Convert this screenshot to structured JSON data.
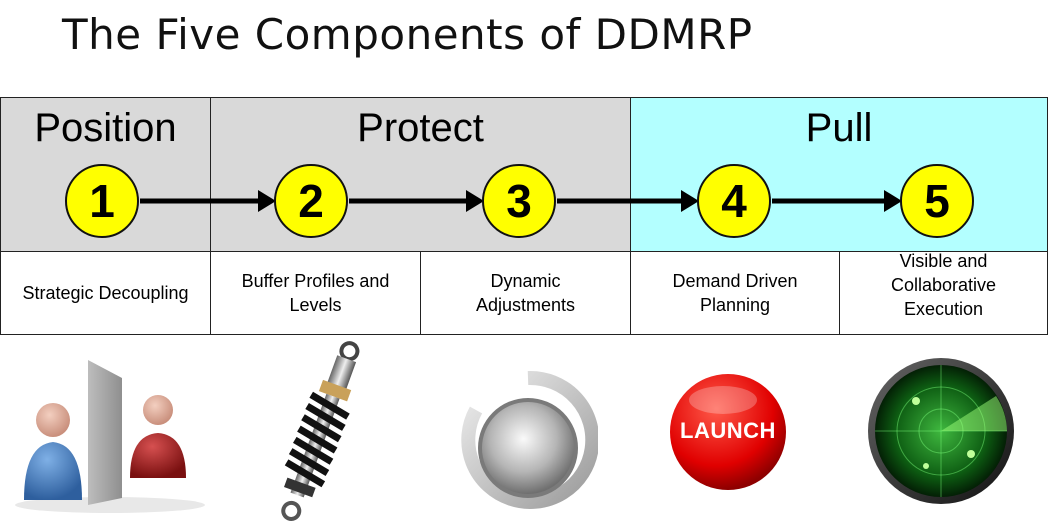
{
  "title": "The Five Components of DDMRP",
  "bands": [
    {
      "label": "Position"
    },
    {
      "label": "Protect"
    },
    {
      "label": "Pull"
    }
  ],
  "components": [
    {
      "number": "1",
      "lines": [
        "Strategic Decoupling"
      ]
    },
    {
      "number": "2",
      "lines": [
        "Buffer Profiles and",
        "Levels"
      ]
    },
    {
      "number": "3",
      "lines": [
        "Dynamic",
        "Adjustments"
      ]
    },
    {
      "number": "4",
      "lines": [
        "Demand Driven",
        "Planning"
      ]
    },
    {
      "number": "5",
      "lines": [
        "Visible and",
        "Collaborative",
        "Execution"
      ]
    }
  ],
  "launch_button": {
    "label": "LAUNCH"
  },
  "colors": {
    "band_gray": "#d9d9d9",
    "band_cyan": "#b3ffff",
    "circle_yellow": "#ffff00",
    "launch_red": "#e00000"
  }
}
